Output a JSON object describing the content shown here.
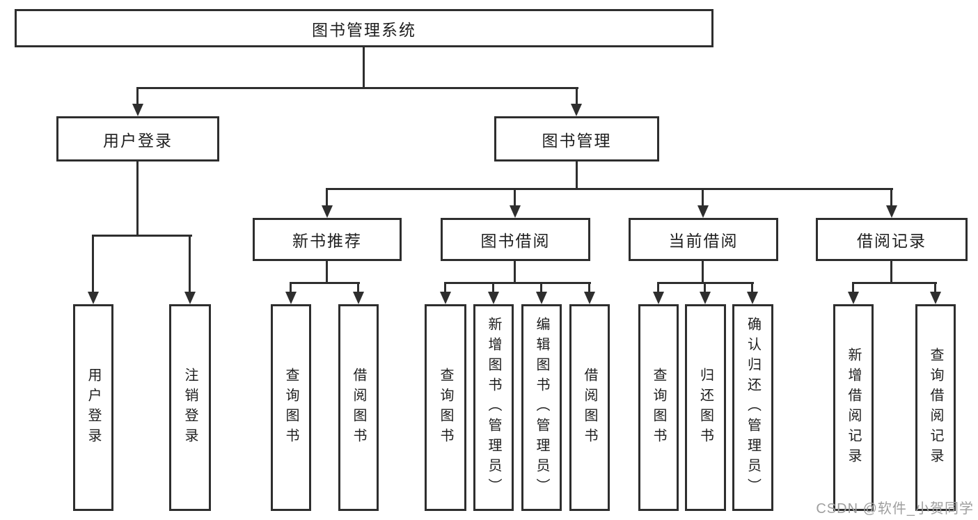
{
  "tree": {
    "label": "图书管理系统",
    "children": [
      {
        "label": "用户登录",
        "children": [
          {
            "label": "用户登录"
          },
          {
            "label": "注销登录"
          }
        ]
      },
      {
        "label": "图书管理",
        "children": [
          {
            "label": "新书推荐",
            "children": [
              {
                "label": "查询图书"
              },
              {
                "label": "借阅图书"
              }
            ]
          },
          {
            "label": "图书借阅",
            "children": [
              {
                "label": "查询图书"
              },
              {
                "label": "新增图书（管理员）"
              },
              {
                "label": "编辑图书（管理员）"
              },
              {
                "label": "借阅图书"
              }
            ]
          },
          {
            "label": "当前借阅",
            "children": [
              {
                "label": "查询图书"
              },
              {
                "label": "归还图书"
              },
              {
                "label": "确认归还（管理员）"
              }
            ]
          },
          {
            "label": "借阅记录",
            "children": [
              {
                "label": "新增借阅记录"
              },
              {
                "label": "查询借阅记录"
              }
            ]
          }
        ]
      }
    ]
  },
  "watermark": {
    "text": "CSDN @软件_小贺同学"
  },
  "colors": {
    "line": "#2e2e2e",
    "text": "#1e1e1e",
    "watermark": "#9f9f9f",
    "background": "#ffffff"
  }
}
